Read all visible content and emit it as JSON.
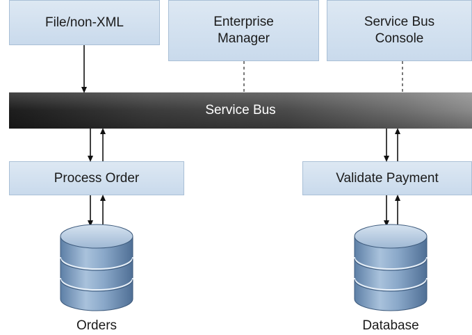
{
  "nodes": {
    "file": "File/non-XML",
    "enterprise_manager": [
      "Enterprise",
      "Manager"
    ],
    "service_bus_console": [
      "Service Bus",
      "Console"
    ],
    "service_bus": "Service Bus",
    "process_order": "Process Order",
    "validate_payment": "Validate Payment"
  },
  "databases": {
    "orders": "Orders",
    "database": "Database"
  },
  "colors": {
    "box_fill": "#d3e1ef",
    "box_border": "#a9bfd6",
    "bus_dark": "#1d1d1d",
    "bus_light": "#8a8a8a",
    "db_fill": "#7f9fc2"
  }
}
